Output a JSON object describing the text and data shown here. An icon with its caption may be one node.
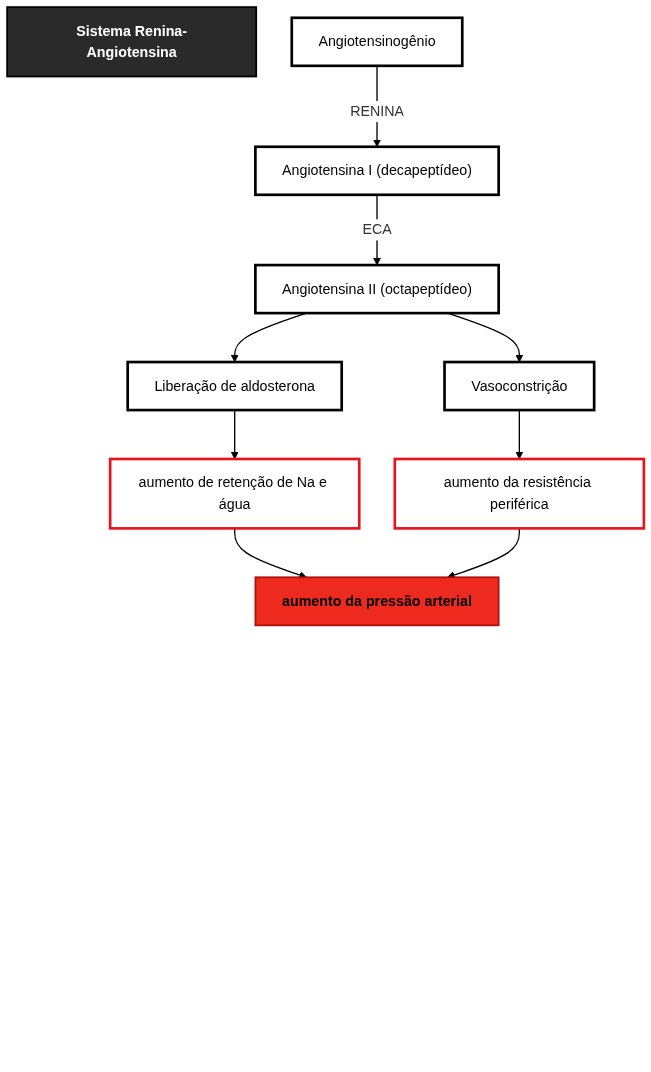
{
  "diagram": {
    "nodes": [
      {
        "text": [
          "Sistema Renina-Angiotensina"
        ]
      },
      {
        "text": [
          "Angiotensinogênio"
        ]
      },
      {
        "text": [
          "Angiotensina I (decapeptídeo)"
        ]
      },
      {
        "text": [
          "Angiotensina II (octapeptídeo)"
        ]
      },
      {
        "text": [
          "Liberação de aldosterona"
        ]
      },
      {
        "text": [
          "Vasoconstrição"
        ]
      },
      {
        "text": [
          "aumento de retenção de Na e água"
        ]
      },
      {
        "text": [
          "aumento da resistência periférica"
        ]
      },
      {
        "text": [
          "aumento da pressão arterial"
        ]
      }
    ],
    "edges": [
      {
        "from": 1,
        "to": 2,
        "arrow": "to",
        "label": "RENINA"
      },
      {
        "from": 2,
        "to": 3,
        "arrow": "to",
        "label": "ECA"
      },
      {
        "from": 3,
        "to": 4,
        "arrow": "to"
      },
      {
        "from": 3,
        "to": 5,
        "arrow": "to"
      },
      {
        "from": 4,
        "to": 6,
        "arrow": "to"
      },
      {
        "from": 5,
        "to": 7,
        "arrow": "to"
      },
      {
        "from": 6,
        "to": 8,
        "arrow": "to"
      },
      {
        "from": 7,
        "to": 8,
        "arrow": "to"
      }
    ]
  }
}
